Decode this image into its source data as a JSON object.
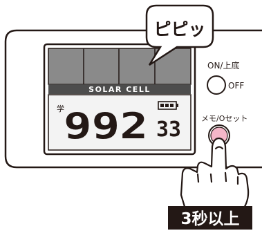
{
  "speech_bubble": {
    "text": "ピピッ"
  },
  "solar_panel": {
    "label": "SOLAR CELL"
  },
  "lcd": {
    "unit_prefix": "学",
    "main_count": "992",
    "sub_count": "33"
  },
  "buttons": {
    "on_upper_label": "ON/上底",
    "off_label": "OFF",
    "memo_reset_label": "メモ/Oセット"
  },
  "caption": {
    "text": "3秒以上"
  },
  "colors": {
    "device_body": "#ffffff",
    "device_outline": "#231815",
    "solar_panel": "#8a8a8a",
    "solar_strip": "#4d4d4d",
    "lcd_screen": "#f3f3f3",
    "memo_button": "#f4b6c8",
    "caption_bg": "#231815",
    "caption_text": "#ffffff"
  }
}
